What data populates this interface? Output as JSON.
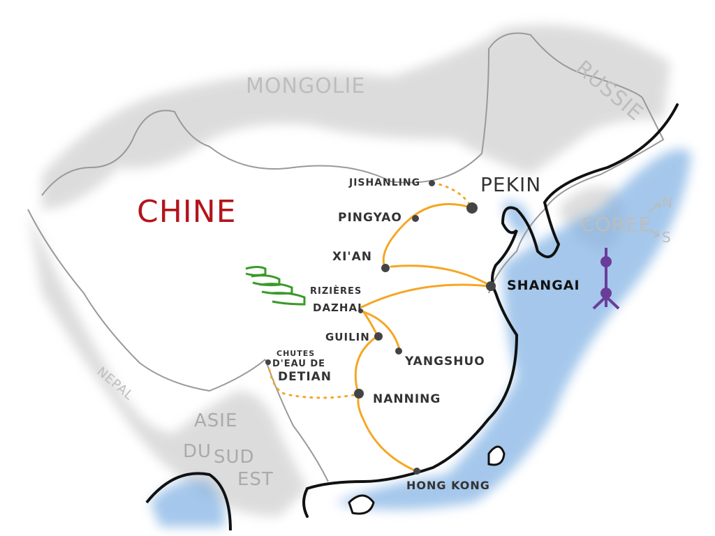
{
  "colors": {
    "route": "#f5a623",
    "sea": "#6aa3de",
    "country": "#cfcfcf",
    "border": "#111111",
    "china_label": "#b3141b",
    "rice": "#3a9a2a",
    "tower": "#6a3d9a"
  },
  "labels": {
    "mongolia": "MONGOLIE",
    "russia": "RUSSIE",
    "china": "CHINE",
    "korea": "COREE",
    "north": "N",
    "south": "S",
    "nepal": "NEPAL",
    "sea_asia_1": "ASIE",
    "sea_asia_2": "DU",
    "sea_asia_3": "SUD",
    "sea_asia_4": "EST"
  },
  "cities": {
    "pekin": "PEKIN",
    "jishanling": "JISHANLING",
    "pingyao": "PINGYAO",
    "xian": "XI'AN",
    "shangai": "SHANGAI",
    "rizieres": "RIZIÈRES",
    "dazhai": "DAZHAI",
    "guilin": "GUILIN",
    "yangshuo": "YANGSHUO",
    "chutes_1": "CHUTES",
    "chutes_2": "D'EAU DE",
    "chutes_3": "DETIAN",
    "nanning": "NANNING",
    "hongkong": "HONG KONG"
  }
}
